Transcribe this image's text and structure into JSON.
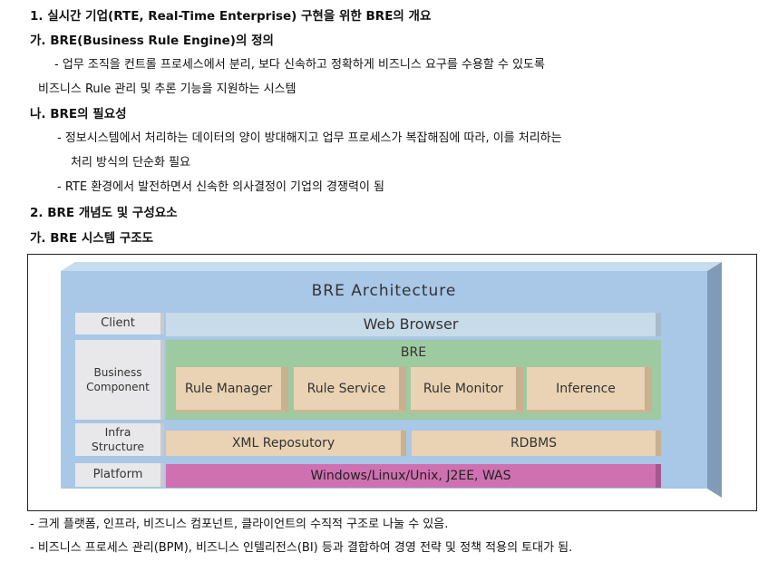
{
  "doc": {
    "h1": "1. 실시간 기업(RTE, Real-Time Enterprise) 구현을 위한 BRE의 개요",
    "h1a": "가. BRE(Business Rule Engine)의 정의",
    "p1a": "- 업무 조직을 컨트롤 프로세스에서 분리, 보다 신속하고 정확하게 비즈니스 요구를 수용할 수 있도록",
    "p1b": "비즈니스 Rule 관리 및 추론 기능을 지원하는 시스템",
    "h1b": "나. BRE의 필요성",
    "p2a": "- 정보시스템에서 처리하는 데이터의 양이 방대해지고 업무 프로세스가 복잡해짐에 따라, 이를 처리하는",
    "p2b": "처리 방식의 단순화 필요",
    "p3": "- RTE 환경에서 발전하면서 신속한 의사결정이 기업의 경쟁력이 됨",
    "h2": "2. BRE 개념도 및 구성요소",
    "h2a": "가. BRE 시스템 구조도",
    "f1": "- 크게 플랫폼, 인프라, 비즈니스 컴포넌트, 클라이언트의 수직적 구조로 나눌 수 있음.",
    "f2": "- 비즈니스 프로세스 관리(BPM), 비즈니스 인텔리전스(BI) 등과 결합하여 경영 전략 및 정책 적용의 토대가 됨."
  },
  "diagram": {
    "title": "BRE Architecture",
    "labels": {
      "client": "Client",
      "business": "Business Component",
      "infra": "Infra Structure",
      "platform": "Platform"
    },
    "web_browser": "Web Browser",
    "bre": "BRE",
    "rules": [
      "Rule Manager",
      "Rule Service",
      "Rule Monitor",
      "Inference"
    ],
    "xml": "XML Reposutory",
    "rdbms": "RDBMS",
    "platform_bar": "Windows/Linux/Unix, J2EE, WAS"
  }
}
